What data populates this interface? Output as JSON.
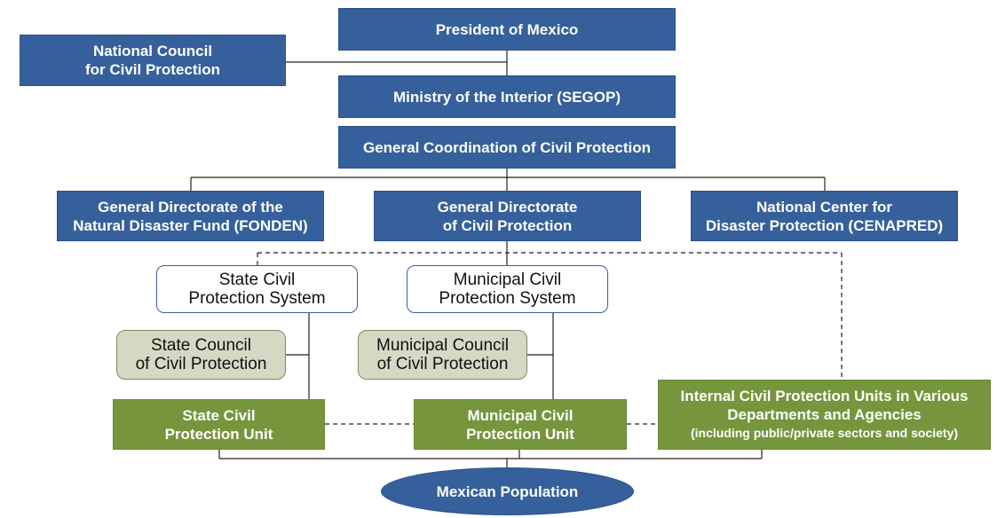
{
  "colors": {
    "blue_box": "#35609b",
    "green_box": "#76953d",
    "gray_box": "#d5d9c4",
    "white_box_border": "#35609b",
    "connector": "#222222"
  },
  "nodes": {
    "president": "President of Mexico",
    "national_council": [
      "National Council",
      "for Civil Protection"
    ],
    "segob": "Ministry of the Interior (SEGOP)",
    "general_coordination": "General Coordination of Civil Protection",
    "fonden": [
      "General Directorate of the",
      "Natural Disaster Fund (FONDEN)"
    ],
    "gd_civil_protection": [
      "General Directorate",
      "of Civil Protection"
    ],
    "cenapred": [
      "National Center for",
      "Disaster Protection (CENAPRED)"
    ],
    "state_system": [
      "State Civil",
      "Protection System"
    ],
    "municipal_system": [
      "Municipal Civil",
      "Protection System"
    ],
    "state_council": [
      "State Council",
      "of Civil Protection"
    ],
    "municipal_council": [
      "Municipal Council",
      "of Civil Protection"
    ],
    "state_unit": [
      "State Civil",
      "Protection Unit"
    ],
    "municipal_unit": [
      "Municipal Civil",
      "Protection Unit"
    ],
    "internal_units": [
      "Internal Civil Protection Units in Various",
      "Departments and Agencies",
      "(including public/private sectors and society)"
    ],
    "population": "Mexican Population"
  }
}
